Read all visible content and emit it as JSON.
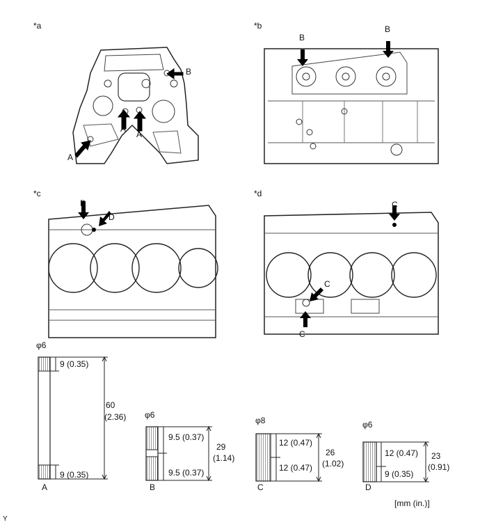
{
  "panels": {
    "a": {
      "tag": "*a",
      "labels": [
        "A",
        "A",
        "A",
        "B"
      ]
    },
    "b": {
      "tag": "*b",
      "labels": [
        "B",
        "B"
      ]
    },
    "c": {
      "tag": "*c",
      "labels": [
        "D",
        "D"
      ]
    },
    "d": {
      "tag": "*d",
      "labels": [
        "C",
        "C",
        "C"
      ]
    }
  },
  "pins": [
    {
      "name": "A",
      "dia": "φ6",
      "seg1": "9 (0.35)",
      "seg2": "9 (0.35)",
      "total_mm": "60",
      "total_in": "(2.36)"
    },
    {
      "name": "B",
      "dia": "φ6",
      "seg1": "9.5 (0.37)",
      "seg2": "9.5 (0.37)",
      "total_mm": "29",
      "total_in": "(1.14)"
    },
    {
      "name": "C",
      "dia": "φ8",
      "seg1": "12 (0.47)",
      "seg2": "12 (0.47)",
      "total_mm": "26",
      "total_in": "(1.02)"
    },
    {
      "name": "D",
      "dia": "φ6",
      "seg1": "12 (0.47)",
      "seg2": "9 (0.35)",
      "total_mm": "23",
      "total_in": "(0.91)"
    }
  ],
  "units": "[mm (in.)]",
  "corner_mark": "Y"
}
